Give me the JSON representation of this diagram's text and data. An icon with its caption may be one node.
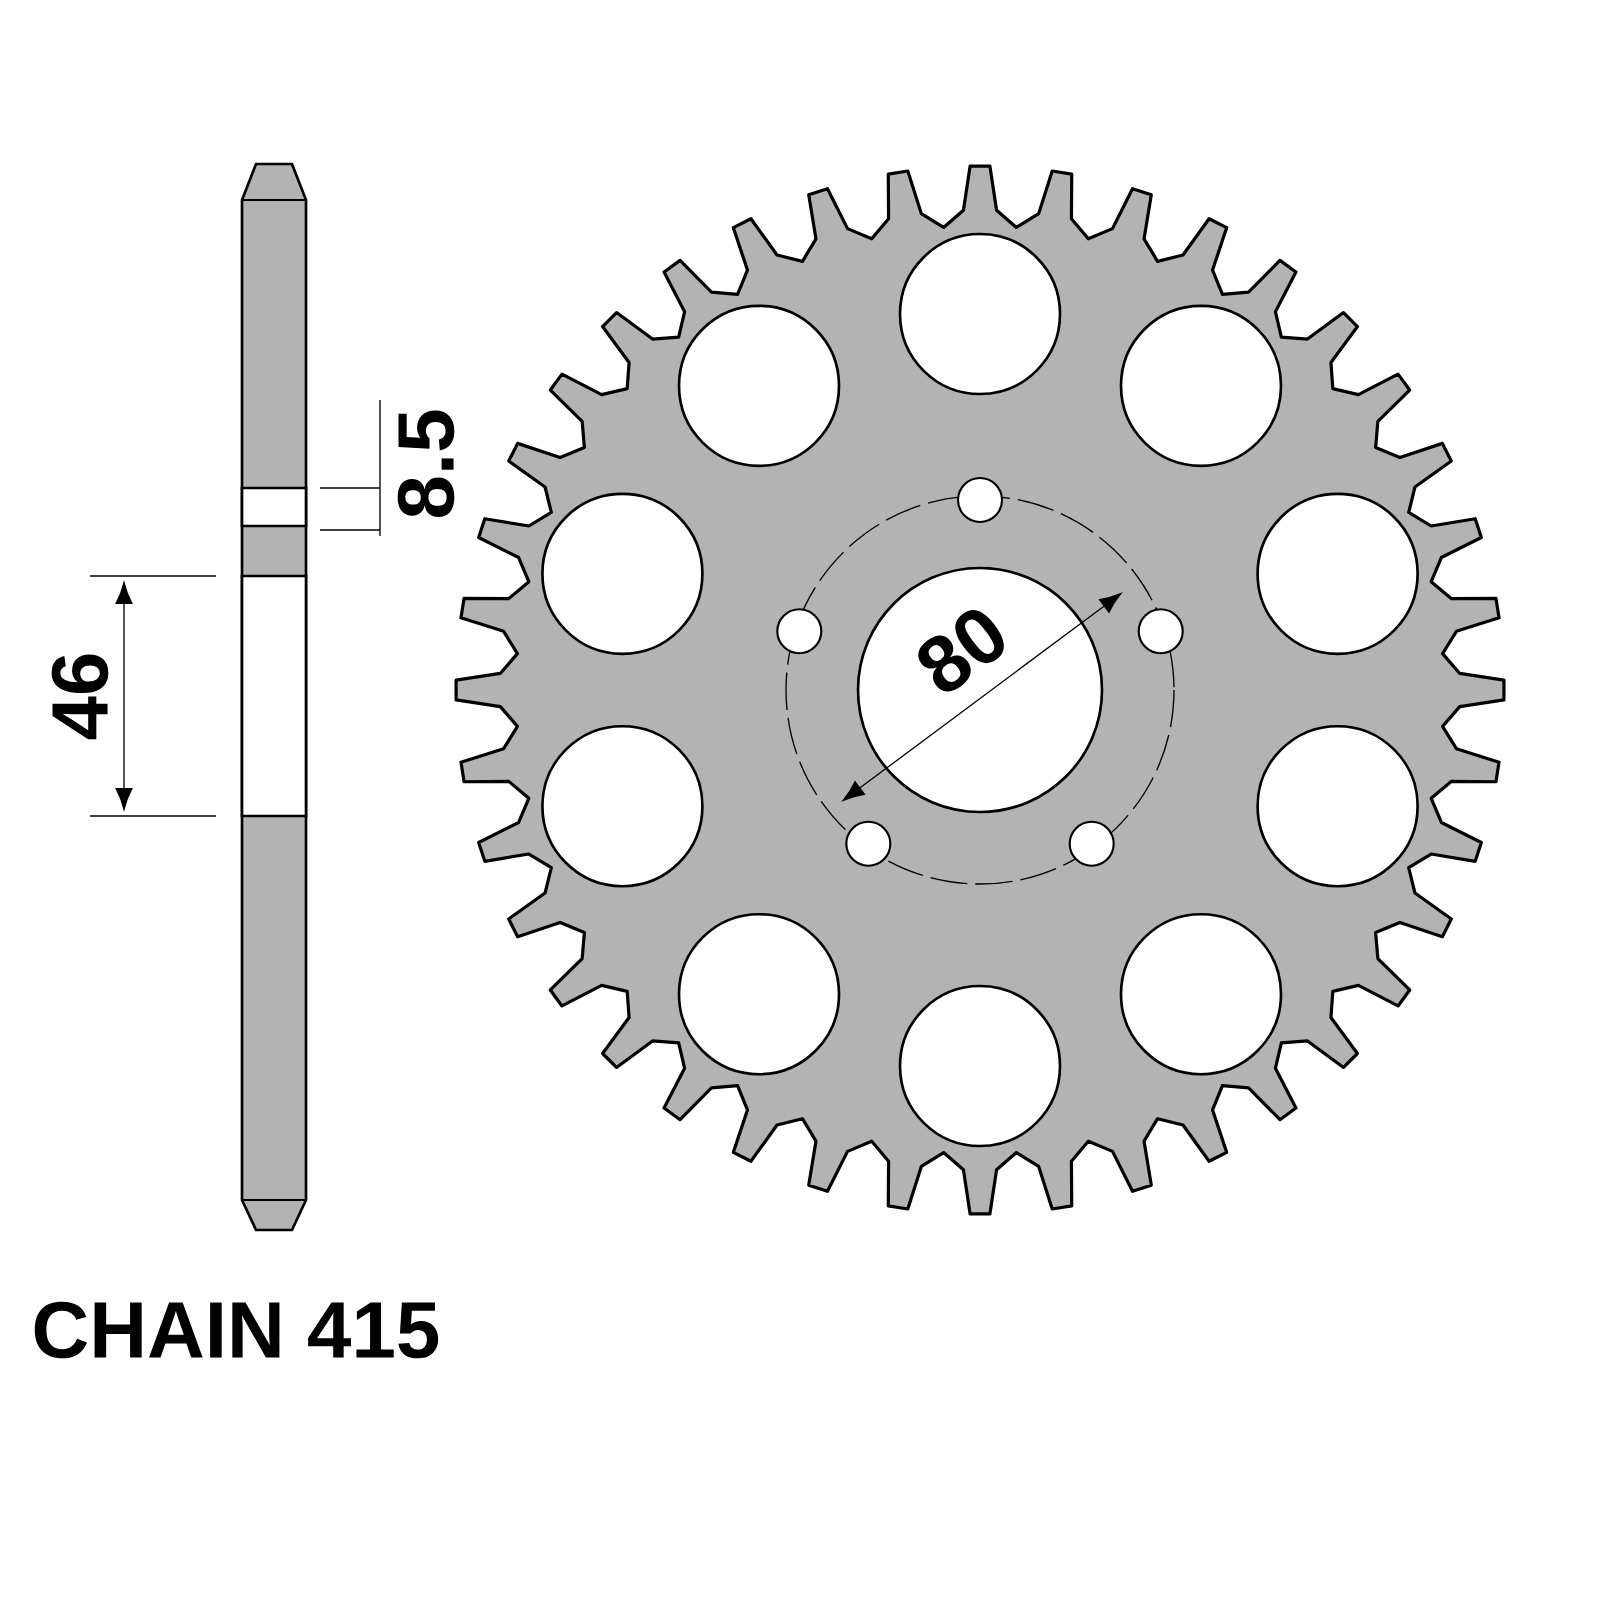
{
  "diagram": {
    "labels": [
      "8.5",
      "46",
      "80",
      "CHAIN 415"
    ]
  }
}
